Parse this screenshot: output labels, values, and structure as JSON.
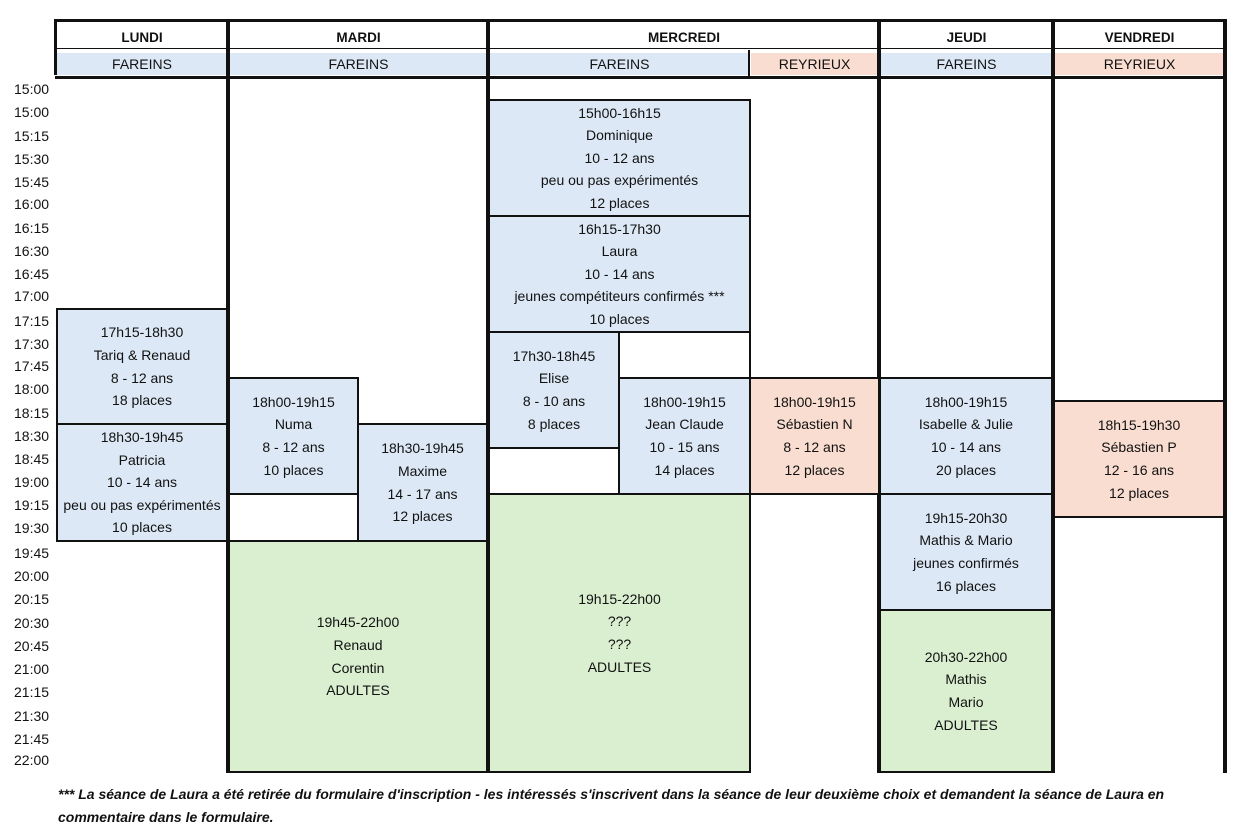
{
  "days": {
    "lundi": "LUNDI",
    "mardi": "MARDI",
    "mercredi": "MERCREDI",
    "jeudi": "JEUDI",
    "vendredi": "VENDREDI"
  },
  "locations": {
    "lundi": "FAREINS",
    "mardi": "FAREINS",
    "mercredi_1": "FAREINS",
    "mercredi_2": "REYRIEUX",
    "jeudi": "FAREINS",
    "vendredi": "REYRIEUX"
  },
  "times": [
    "15:00",
    "15:00",
    "15:15",
    "15:30",
    "15:45",
    "16:00",
    "16:15",
    "16:30",
    "16:45",
    "17:00",
    "17:15",
    "17:30",
    "17:45",
    "18:00",
    "18:15",
    "18:30",
    "18:45",
    "19:00",
    "19:15",
    "19:30",
    "19:45",
    "20:00",
    "20:15",
    "20:30",
    "20:45",
    "21:00",
    "21:15",
    "21:30",
    "21:45",
    "22:00"
  ],
  "slots": {
    "lundi_1": [
      "17h15-18h30",
      "Tariq & Renaud",
      "8 - 12 ans",
      "18 places"
    ],
    "lundi_2": [
      "18h30-19h45",
      "Patricia",
      "10 - 14 ans",
      "peu ou pas expérimentés",
      "10 places"
    ],
    "mardi_1": [
      "18h00-19h15",
      "Numa",
      "8 - 12 ans",
      "10 places"
    ],
    "mardi_2": [
      "18h30-19h45",
      "Maxime",
      "14 - 17 ans",
      "12 places"
    ],
    "mardi_3": [
      "19h45-22h00",
      "Renaud",
      "Corentin",
      "ADULTES"
    ],
    "mercredi_1": [
      "15h00-16h15",
      "Dominique",
      "10 - 12 ans",
      "peu ou pas expérimentés",
      "12 places"
    ],
    "mercredi_2": [
      "16h15-17h30",
      "Laura",
      "10 - 14 ans",
      "jeunes compétiteurs confirmés ***",
      "10 places"
    ],
    "mercredi_3": [
      "17h30-18h45",
      "Elise",
      "8 - 10 ans",
      "8 places"
    ],
    "mercredi_4": [
      "18h00-19h15",
      "Jean Claude",
      "10 - 15 ans",
      "14 places"
    ],
    "mercredi_5": [
      "19h15-22h00",
      "???",
      "???",
      "ADULTES"
    ],
    "mercredi_r": [
      "18h00-19h15",
      "Sébastien N",
      "8 - 12 ans",
      "12 places"
    ],
    "jeudi_1": [
      "18h00-19h15",
      "Isabelle & Julie",
      "10 - 14 ans",
      "20 places"
    ],
    "jeudi_2": [
      "19h15-20h30",
      "Mathis & Mario",
      "jeunes confirmés",
      "16 places"
    ],
    "jeudi_3": [
      "20h30-22h00",
      "Mathis",
      "Mario",
      "ADULTES"
    ],
    "vendredi_1": [
      "18h15-19h30",
      "Sébastien P",
      "12 - 16 ans",
      "12 places"
    ]
  },
  "footnote": "*** La séance de Laura a été retirée du formulaire d'inscription - les intéressés s'inscrivent dans la séance de leur deuxième choix et demandent la séance de Laura en commentaire dans le formulaire.",
  "colors": {
    "fareins": "#dce8f5",
    "reyrieux": "#f9ddd0",
    "adultes": "#d9efd0"
  }
}
